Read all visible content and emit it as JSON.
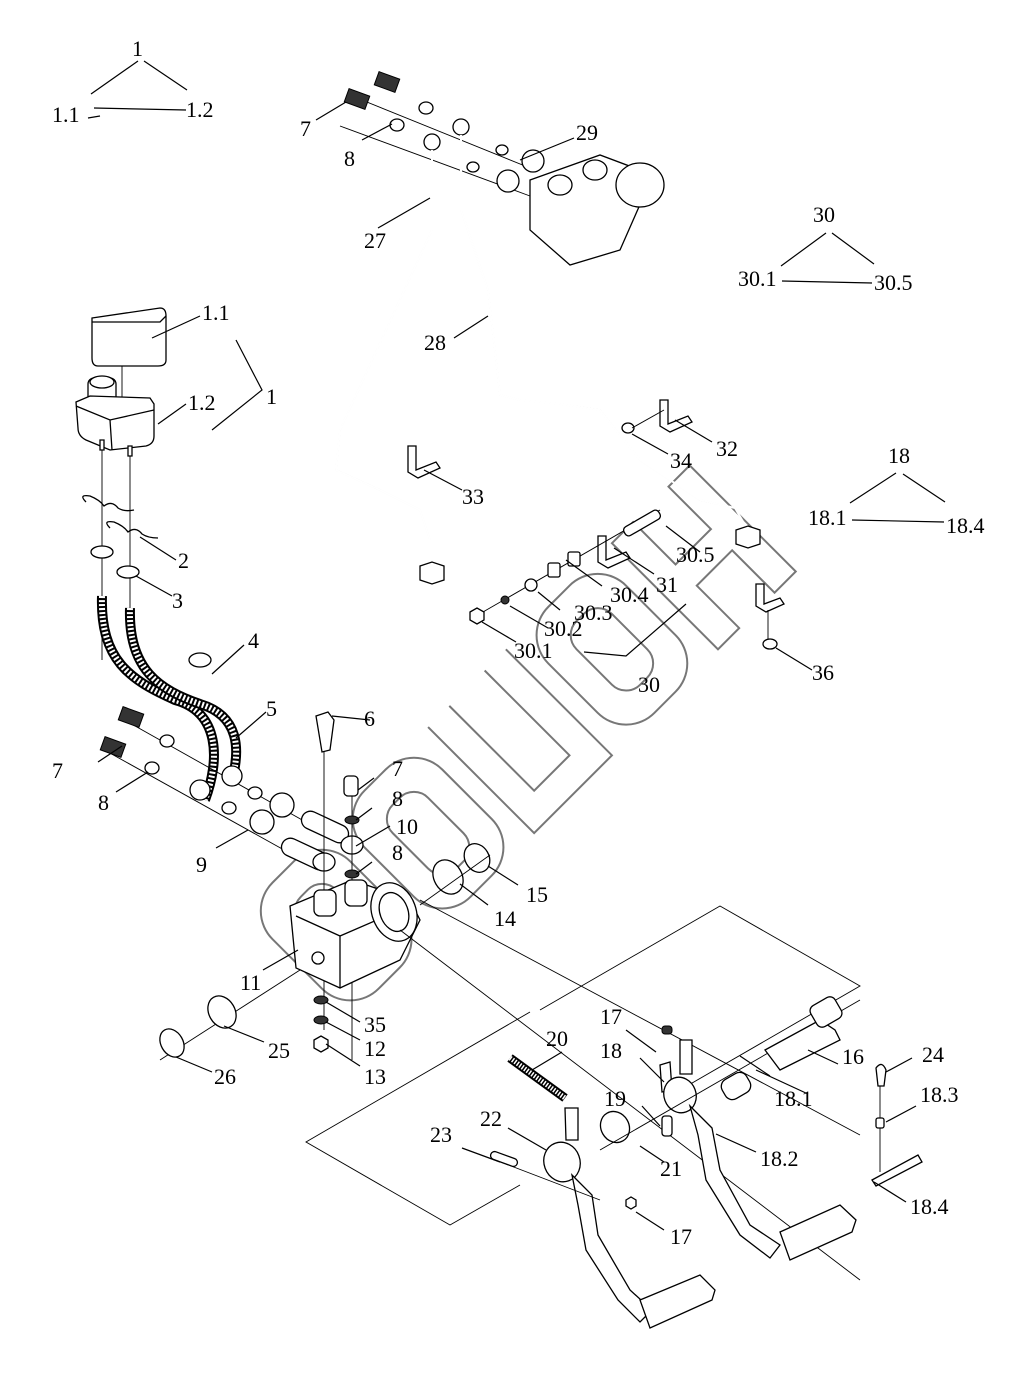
{
  "diagram": {
    "kind": "exploded parts diagram — brake/clutch pedal assembly with master cylinder and lines",
    "watermark_text": "СЭИЗОН",
    "colors": {
      "line": "#000000",
      "watermark": "#777777",
      "background": "#ffffff"
    },
    "legend_groups": [
      {
        "parent": "1",
        "children": [
          "1.1",
          "1.2"
        ]
      },
      {
        "parent": "30",
        "children": [
          "30.1",
          "30.5"
        ]
      },
      {
        "parent": "18",
        "children": [
          "18.1",
          "18.4"
        ]
      }
    ],
    "callouts": [
      {
        "id": "c1_1",
        "text": "1.1"
      },
      {
        "id": "c1_2",
        "text": "1.2"
      },
      {
        "id": "c1",
        "text": "1"
      },
      {
        "id": "c2",
        "text": "2"
      },
      {
        "id": "c3",
        "text": "3"
      },
      {
        "id": "c4",
        "text": "4"
      },
      {
        "id": "c5",
        "text": "5"
      },
      {
        "id": "c6",
        "text": "6"
      },
      {
        "id": "c7a",
        "text": "7"
      },
      {
        "id": "c8a",
        "text": "8"
      },
      {
        "id": "c7b",
        "text": "7"
      },
      {
        "id": "c8b",
        "text": "8"
      },
      {
        "id": "c7c",
        "text": "7"
      },
      {
        "id": "c8c",
        "text": "8"
      },
      {
        "id": "c8d",
        "text": "8"
      },
      {
        "id": "c9",
        "text": "9"
      },
      {
        "id": "c10",
        "text": "10"
      },
      {
        "id": "c11",
        "text": "11"
      },
      {
        "id": "c12",
        "text": "12"
      },
      {
        "id": "c13",
        "text": "13"
      },
      {
        "id": "c14",
        "text": "14"
      },
      {
        "id": "c15",
        "text": "15"
      },
      {
        "id": "c16",
        "text": "16"
      },
      {
        "id": "c17a",
        "text": "17"
      },
      {
        "id": "c17b",
        "text": "17"
      },
      {
        "id": "c18",
        "text": "18"
      },
      {
        "id": "c18_1",
        "text": "18.1"
      },
      {
        "id": "c18_2",
        "text": "18.2"
      },
      {
        "id": "c18_3",
        "text": "18.3"
      },
      {
        "id": "c18_4",
        "text": "18.4"
      },
      {
        "id": "c19",
        "text": "19"
      },
      {
        "id": "c20",
        "text": "20"
      },
      {
        "id": "c21",
        "text": "21"
      },
      {
        "id": "c22",
        "text": "22"
      },
      {
        "id": "c23",
        "text": "23"
      },
      {
        "id": "c24",
        "text": "24"
      },
      {
        "id": "c25",
        "text": "25"
      },
      {
        "id": "c26",
        "text": "26"
      },
      {
        "id": "c27",
        "text": "27"
      },
      {
        "id": "c28",
        "text": "28"
      },
      {
        "id": "c29",
        "text": "29"
      },
      {
        "id": "c30",
        "text": "30"
      },
      {
        "id": "c30_1",
        "text": "30.1"
      },
      {
        "id": "c30_2",
        "text": "30.2"
      },
      {
        "id": "c30_3",
        "text": "30.3"
      },
      {
        "id": "c30_4",
        "text": "30.4"
      },
      {
        "id": "c30_5",
        "text": "30.5"
      },
      {
        "id": "c31",
        "text": "31"
      },
      {
        "id": "c32",
        "text": "32"
      },
      {
        "id": "c33",
        "text": "33"
      },
      {
        "id": "c34",
        "text": "34"
      },
      {
        "id": "c35",
        "text": "35"
      },
      {
        "id": "c36",
        "text": "36"
      }
    ]
  }
}
